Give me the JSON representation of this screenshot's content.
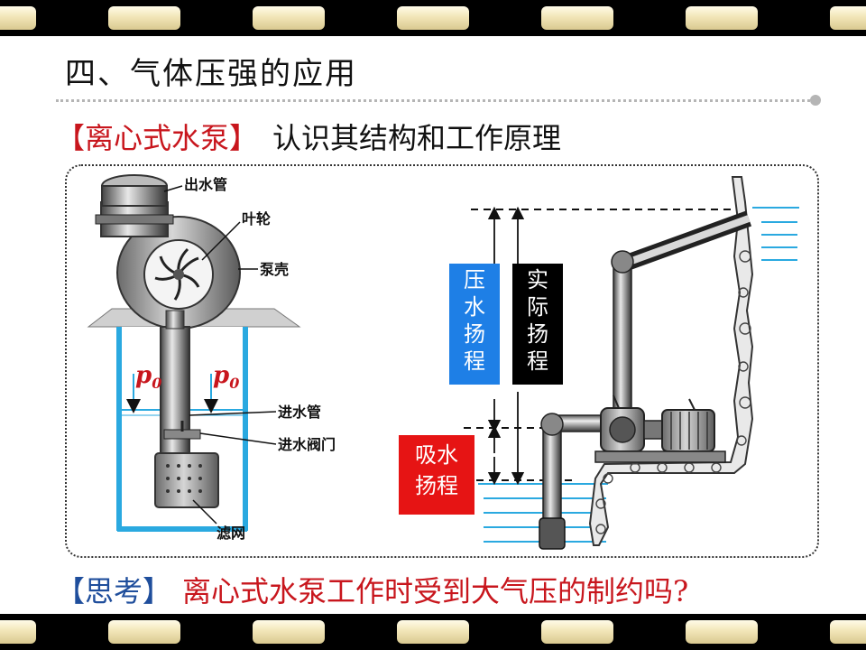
{
  "slide": {
    "title": "四、气体压强的应用",
    "heading_tag": "【离心式水泵】",
    "heading_text": "认识其结构和工作原理",
    "think_tag": "【思考】",
    "think_question": "离心式水泵工作时受到大气压的制约吗?"
  },
  "left_diagram": {
    "labels": {
      "outlet_pipe": "出水管",
      "impeller": "叶轮",
      "pump_casing": "泵壳",
      "inlet_pipe": "进水管",
      "inlet_valve": "进水阀门",
      "filter": "滤网"
    },
    "pressure_symbol": "p",
    "pressure_subscript": "0"
  },
  "right_diagram": {
    "pressure_head": "压水扬程",
    "actual_head": "实际扬程",
    "suction_head": "吸水扬程"
  },
  "colors": {
    "accent_red": "#c8161d",
    "accent_blue": "#1f4e9c",
    "water_blue": "#2aa9e0",
    "pressure_head_box": "#1e7fe6",
    "actual_head_box": "#000000",
    "suction_head_box": "#e61414"
  }
}
